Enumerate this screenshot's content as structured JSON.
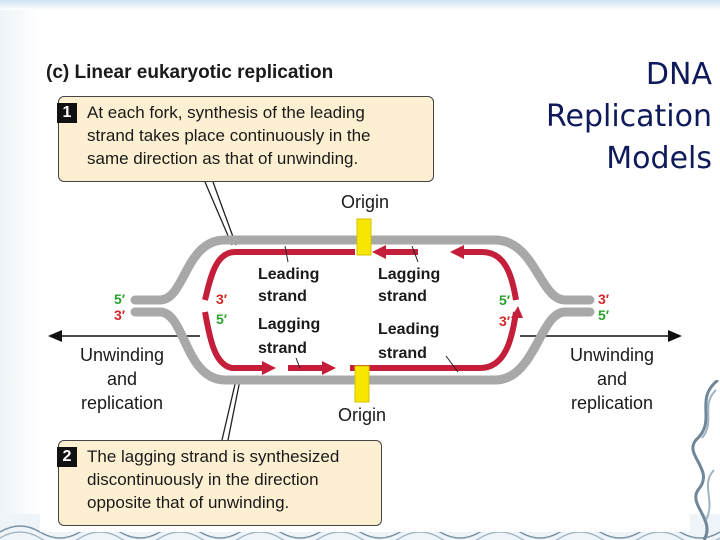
{
  "slide": {
    "title_lines": [
      "DNA",
      "Replication",
      "Models"
    ]
  },
  "figure": {
    "panel_title": "(c)  Linear eukaryotic replication",
    "callout1": {
      "number": "1",
      "text": "At each fork, synthesis of the leading\nstrand takes place continuously in the\nsame direction as that of unwinding."
    },
    "callout2": {
      "number": "2",
      "text": "The lagging strand is synthesized\ndiscontinuously in the direction\nopposite that of unwinding."
    },
    "origin_top": "Origin",
    "origin_bottom": "Origin",
    "inner_labels": {
      "leading_top_1": "Leading",
      "leading_top_2": "strand",
      "lagging_top_1": "Lagging",
      "lagging_top_2": "strand",
      "lagging_bottom_1": "Lagging",
      "lagging_bottom_2": "strand",
      "leading_bottom_1": "Leading",
      "leading_bottom_2": "strand"
    },
    "ends": {
      "left_outer_top": "5′",
      "left_outer_bottom": "3′",
      "left_inner_top": "3′",
      "left_inner_bottom": "5′",
      "right_outer_top": "3′",
      "right_outer_bottom": "5′",
      "right_inner_top": "5′",
      "right_inner_bottom": "3′"
    },
    "direction_left": [
      "Unwinding",
      "and",
      "replication"
    ],
    "direction_right": [
      "Unwinding",
      "and",
      "replication"
    ]
  },
  "colors": {
    "title": "#0e1a5a",
    "parent_strand": "#a8a8a8",
    "new_strand": "#c41e3a",
    "origin": "#f7e600",
    "callout_bg": "#fdf0d2",
    "end_green": "#2ca02c",
    "end_red": "#d62728"
  }
}
